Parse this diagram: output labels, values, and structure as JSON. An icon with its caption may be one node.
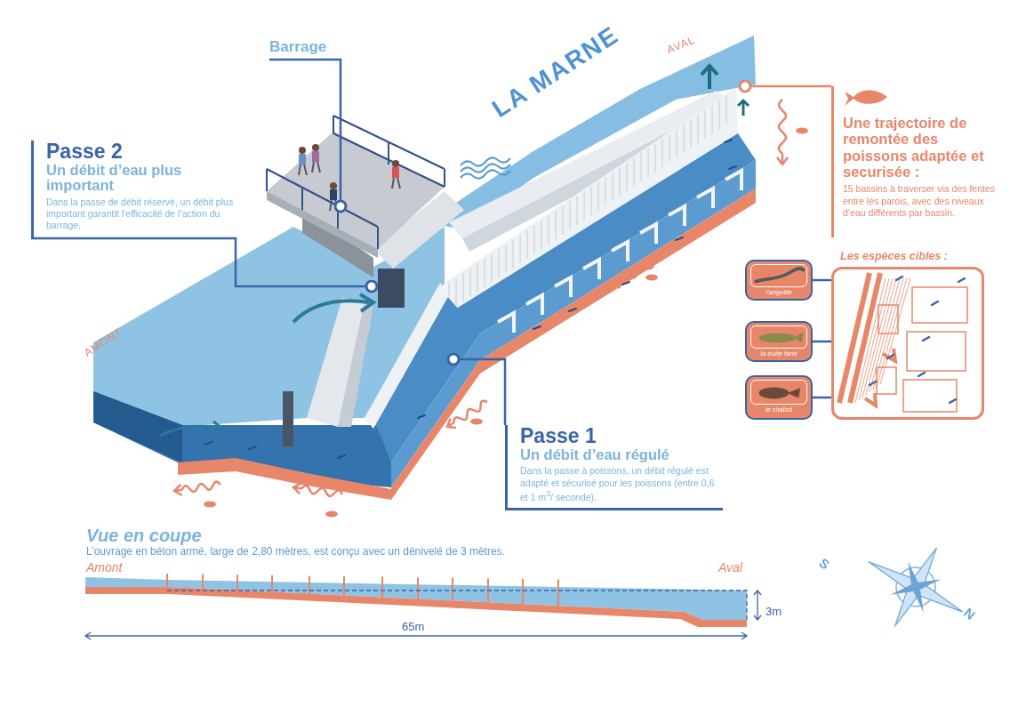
{
  "diagram": {
    "nodes": [
      {
        "text": [
          "Barrage"
        ]
      },
      {
        "text": [
          "Passe 2",
          "Un débit d’eau plus important",
          "Dans la passe de débit réservé, un débit plus important garantit l’efficacité de l’action du barrage."
        ]
      },
      {
        "text": [
          "Passe 1",
          "Un débit d’eau régulé",
          "Dans la passe à poissons, un débit régulé est adapté et sécurisé pour les poissons (entre 0,6 et 1 m$^{3}$/ seconde)."
        ]
      },
      {
        "text": [
          "Une trajectoire de remontée des poissons adaptée et securisée :",
          "15 bassins à traverser via des fentes entre les parois, avec des niveaux d’eau différents par bassin."
        ]
      },
      {
        "text": [
          "l’anguille"
        ]
      },
      {
        "text": [
          "la truite fario"
        ]
      },
      {
        "text": [
          "le chabot"
        ]
      },
      {
        "text": [],
        "shape": "picture"
      }
    ],
    "edges": [
      {
        "from": 0,
        "to": null,
        "arrow": "other"
      },
      {
        "from": 1,
        "to": null,
        "arrow": "other"
      },
      {
        "from": 2,
        "to": null,
        "arrow": "other"
      },
      {
        "from": 3,
        "to": null,
        "arrow": "other",
        "color": "#e8866a"
      },
      {
        "from": 4,
        "to": 7,
        "arrow": "none"
      },
      {
        "from": 5,
        "to": 7,
        "arrow": "none"
      },
      {
        "from": 6,
        "to": 7,
        "arrow": "none"
      }
    ],
    "labels": [
      "LA MARNE",
      "AVAL",
      "AMONT",
      "Les espèces cibles :",
      "Vue en coupe",
      "L’ouvrage en béton armé, large de 2,80 mètres, est conçu avec un dénivelé de 3 mètres.",
      "Amont",
      "Aval",
      "3m",
      "65m",
      "S",
      "N"
    ]
  }
}
